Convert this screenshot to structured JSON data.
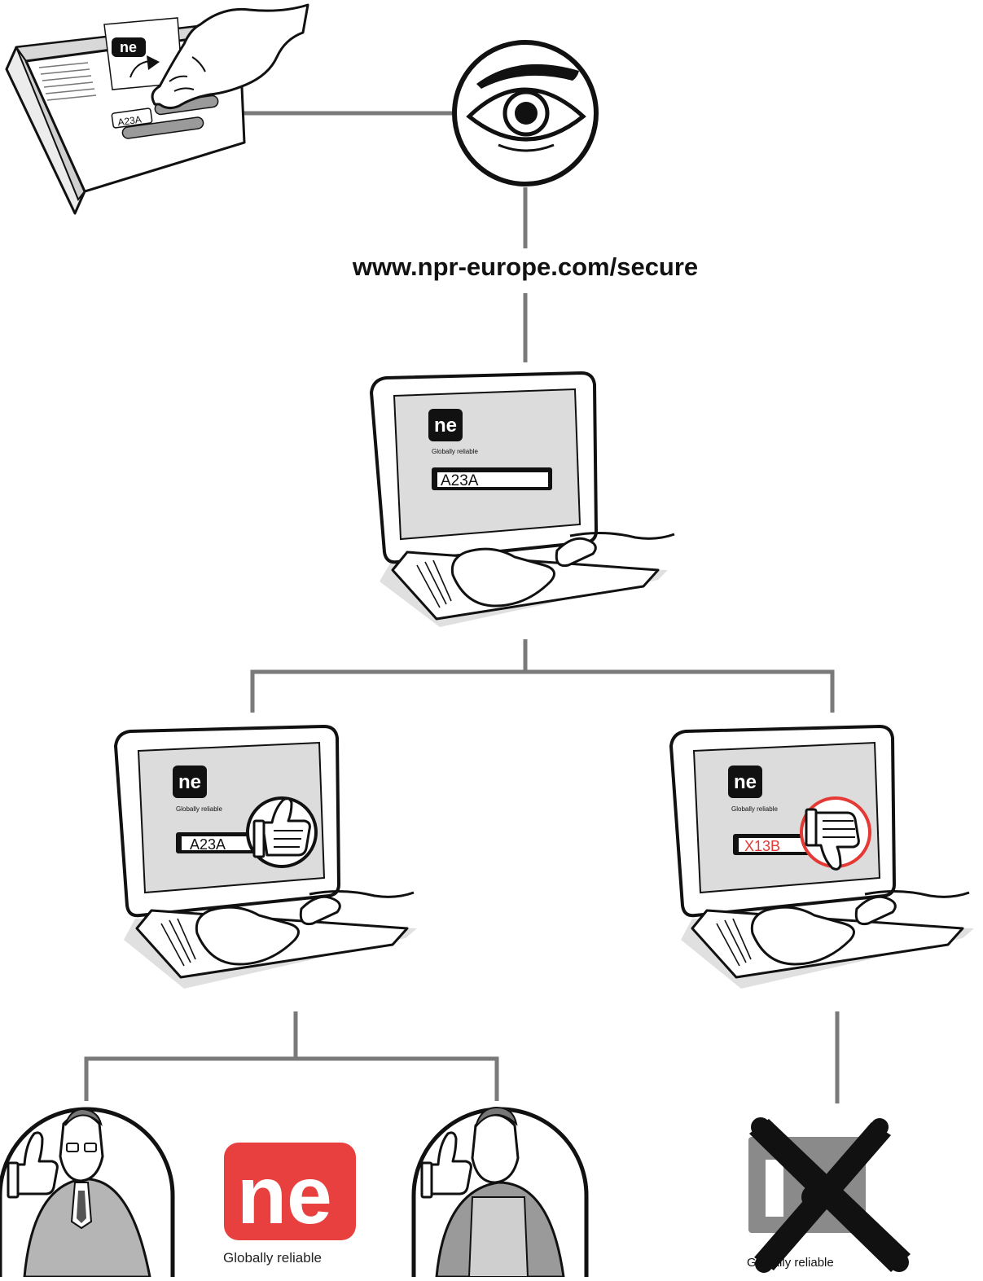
{
  "url": "www.npr-europe.com/secure",
  "brand": {
    "logo_text": "ne",
    "tagline": "Globally reliable",
    "red": "#e8403f",
    "black": "#111111",
    "grey_fake": "#8a8a8a"
  },
  "codes": {
    "genuine": "A23A",
    "entered": "A23A",
    "fake": "X13B"
  },
  "result_colors": {
    "fake_code": "#e53935"
  },
  "icons": {
    "eye": "eye-icon",
    "thumb_up": "thumbs-up-icon",
    "thumb_down": "thumbs-down-icon"
  }
}
